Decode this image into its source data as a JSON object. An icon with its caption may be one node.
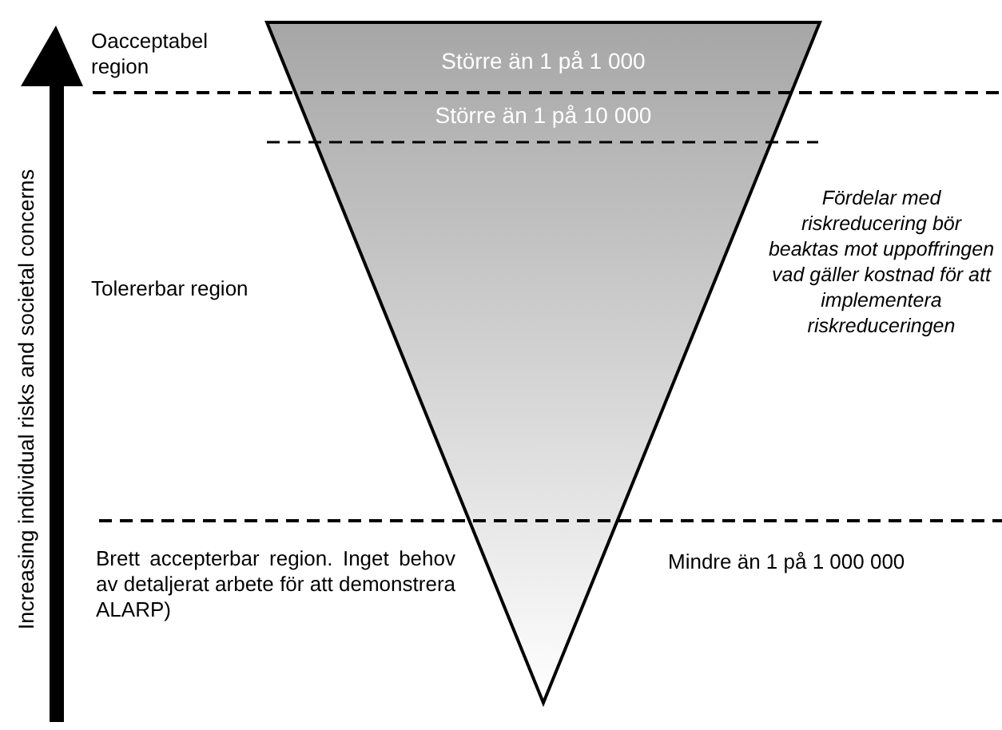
{
  "diagram": {
    "labels": [
      "Oacceptabel region",
      "Större än 1 på 1 000",
      "Större än 1 på 10 000",
      "Fördelar med riskreducering bör beaktas mot uppoffringen vad gäller kostnad för att implementera riskreduceringen",
      "Tolererbar region",
      "Brett accepterbar region. Inget behov av detaljerat arbete för att demonstrera ALARP)",
      "Mindre än 1 på 1 000 000",
      "Increasing individual risks and societal concerns"
    ]
  }
}
